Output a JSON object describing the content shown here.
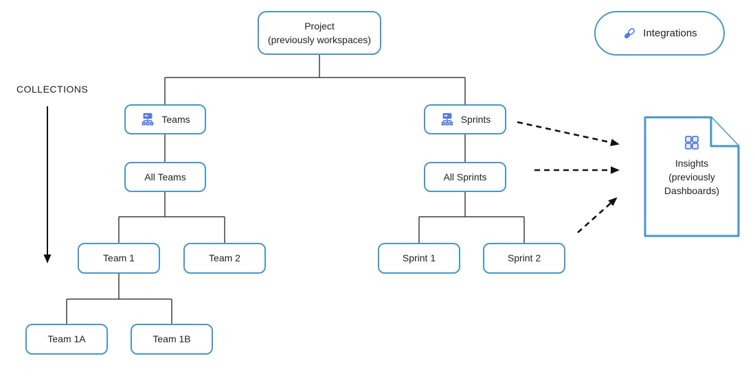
{
  "diagram": {
    "collections_label": "COLLECTIONS",
    "nodes": {
      "project": {
        "label": "Project\n(previously workspaces)"
      },
      "teams": {
        "label": "Teams",
        "icon": "sitemap-icon"
      },
      "sprints": {
        "label": "Sprints",
        "icon": "sitemap-icon"
      },
      "all_teams": {
        "label": "All Teams"
      },
      "all_sprints": {
        "label": "All Sprints"
      },
      "team1": {
        "label": "Team 1"
      },
      "team2": {
        "label": "Team 2"
      },
      "team1a": {
        "label": "Team 1A"
      },
      "team1b": {
        "label": "Team 1B"
      },
      "sprint1": {
        "label": "Sprint 1"
      },
      "sprint2": {
        "label": "Sprint 2"
      },
      "integrations": {
        "label": "Integrations",
        "icon": "link-icon"
      },
      "insights": {
        "label": "Insights\n(previously\nDashboards)",
        "icon": "grid-icon"
      }
    },
    "colors": {
      "box_border": "#4697c8",
      "icon_blue": "#5479e3",
      "icon_fill": "#e7edfc",
      "connector": "#3d3d3d",
      "arrow": "#111111",
      "text": "#212121"
    }
  }
}
